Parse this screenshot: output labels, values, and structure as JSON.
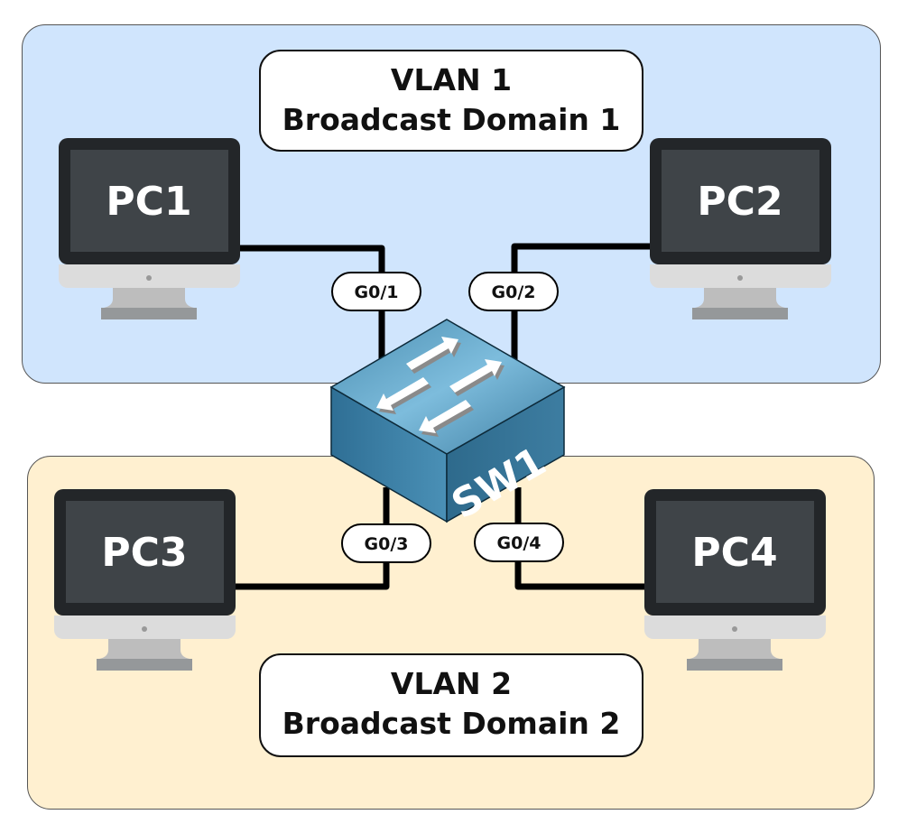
{
  "title": "VLANs as separate broadcast domains on one switch",
  "zones": [
    {
      "id": "vlan1",
      "line1": "VLAN 1",
      "line2": "Broadcast Domain 1",
      "color": "#d0e5fd"
    },
    {
      "id": "vlan2",
      "line1": "VLAN 2",
      "line2": "Broadcast Domain 2",
      "color": "#fff0d0"
    }
  ],
  "switch": {
    "label": "SW1",
    "icon": "switch-icon",
    "color": "#4a8bb0"
  },
  "pcs": [
    {
      "label": "PC1",
      "vlan": "VLAN 1",
      "port": "G0/1"
    },
    {
      "label": "PC2",
      "vlan": "VLAN 1",
      "port": "G0/2"
    },
    {
      "label": "PC3",
      "vlan": "VLAN 2",
      "port": "G0/3"
    },
    {
      "label": "PC4",
      "vlan": "VLAN 2",
      "port": "G0/4"
    }
  ],
  "ports": [
    "G0/1",
    "G0/2",
    "G0/3",
    "G0/4"
  ],
  "colors": {
    "monitor_frame": "#232629",
    "monitor_screen": "#3f4448",
    "monitor_chin": "#dcdcdc",
    "stand": "#bdbdbd",
    "base": "#95989a",
    "cable": "#000000"
  }
}
